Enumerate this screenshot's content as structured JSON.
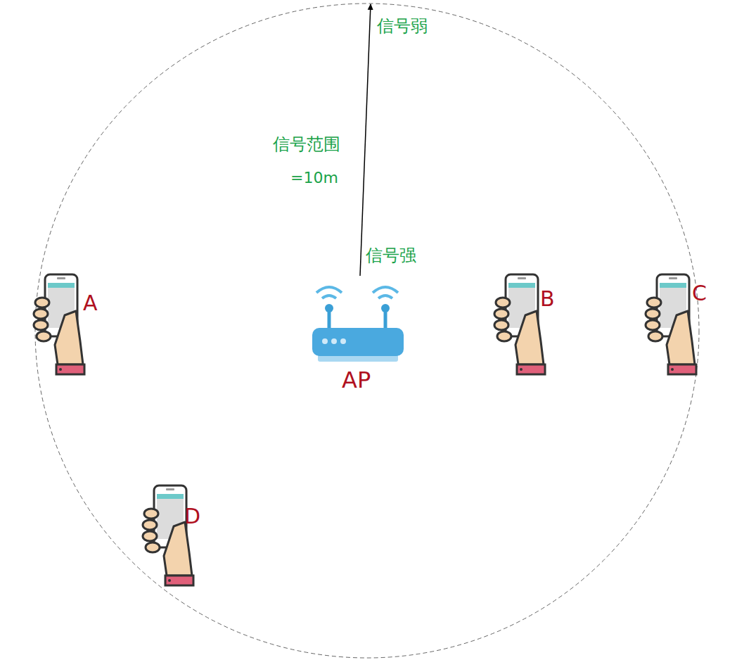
{
  "diagram": {
    "labels": [
      "信号弱",
      "信号范围",
      "=10m",
      "信号强",
      "A",
      "AP",
      "B",
      "C",
      "D"
    ]
  }
}
